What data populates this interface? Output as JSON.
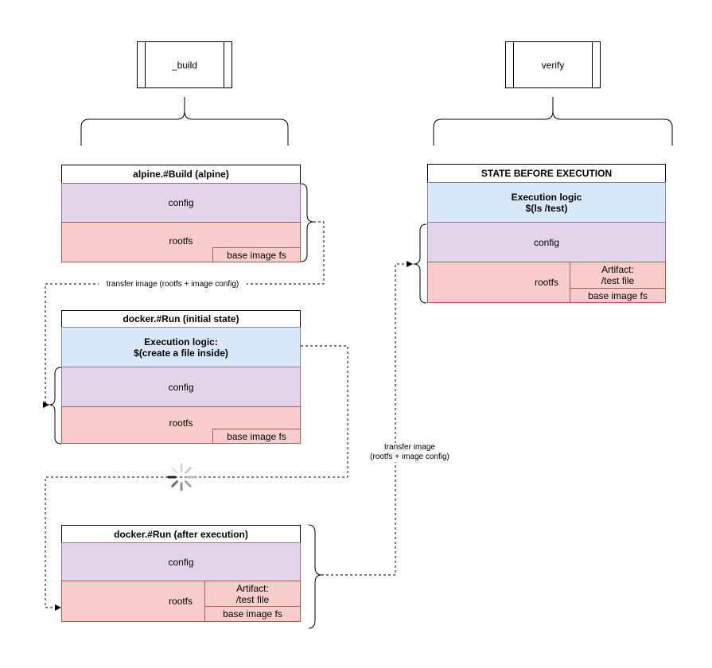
{
  "processes": {
    "build": "_build",
    "verify": "verify"
  },
  "alpine_build": {
    "title": "alpine.#Build (alpine)",
    "config": "config",
    "rootfs": "rootfs",
    "base_fs": "base image fs"
  },
  "run_initial": {
    "title": "docker.#Run (initial state)",
    "exec_line1": "Execution logic:",
    "exec_line2": "$(create a file inside)",
    "config": "config",
    "rootfs": "rootfs",
    "base_fs": "base image fs"
  },
  "run_after": {
    "title": "docker.#Run (after execution)",
    "config": "config",
    "rootfs": "rootfs",
    "artifact_line1": "Artifact:",
    "artifact_line2": "/test file",
    "base_fs": "base image fs"
  },
  "state_before": {
    "title": "STATE BEFORE EXECUTION",
    "exec_line1": "Execution logic",
    "exec_line2": "$(ls /test)",
    "config": "config",
    "rootfs": "rootfs",
    "artifact_line1": "Artifact:",
    "artifact_line2": "/test file",
    "base_fs": "base image fs"
  },
  "edges": {
    "transfer1": "transfer image (rootfs + image config)",
    "transfer2_line1": "transfer image",
    "transfer2_line2": "(rootfs + image config)"
  },
  "colors": {
    "config_fill": "#e1d5e7",
    "config_stroke": "#9673a6",
    "rootfs_fill": "#f8cecc",
    "rootfs_stroke": "#b85450",
    "exec_fill": "#dae8fc",
    "exec_stroke": "#6c8ebf"
  }
}
